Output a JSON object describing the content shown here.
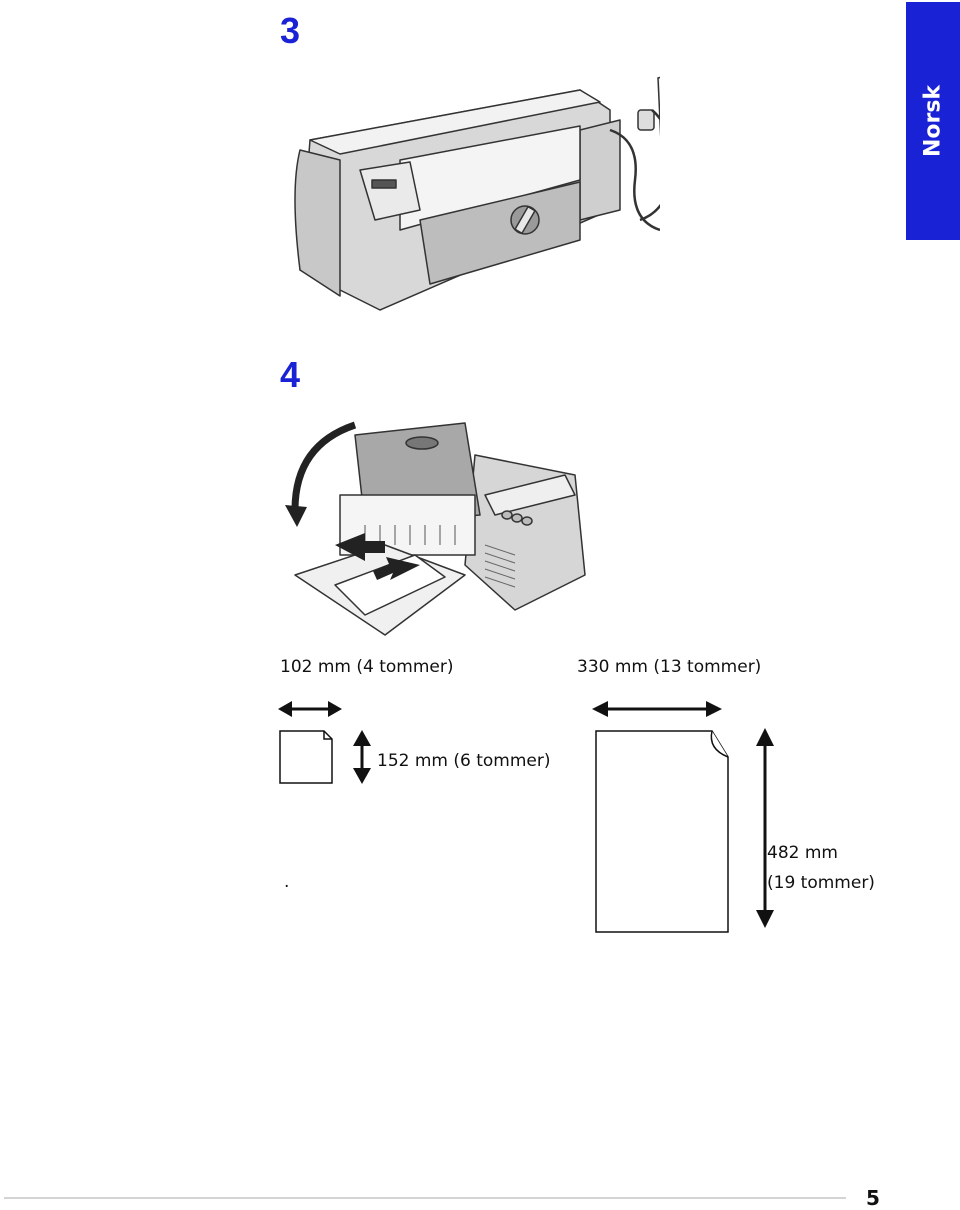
{
  "steps": {
    "step3": "3",
    "step4": "4"
  },
  "language_tab": "Norsk",
  "dimensions": {
    "small_width": "102 mm (4 tommer)",
    "small_height": "152 mm (6 tommer)",
    "large_width": "330 mm (13 tommer)",
    "large_height_line1": "482 mm",
    "large_height_line2": "(19 tommer)",
    "stray_mark": "."
  },
  "page_number": "5",
  "colors": {
    "accent": "#1a22d6"
  }
}
